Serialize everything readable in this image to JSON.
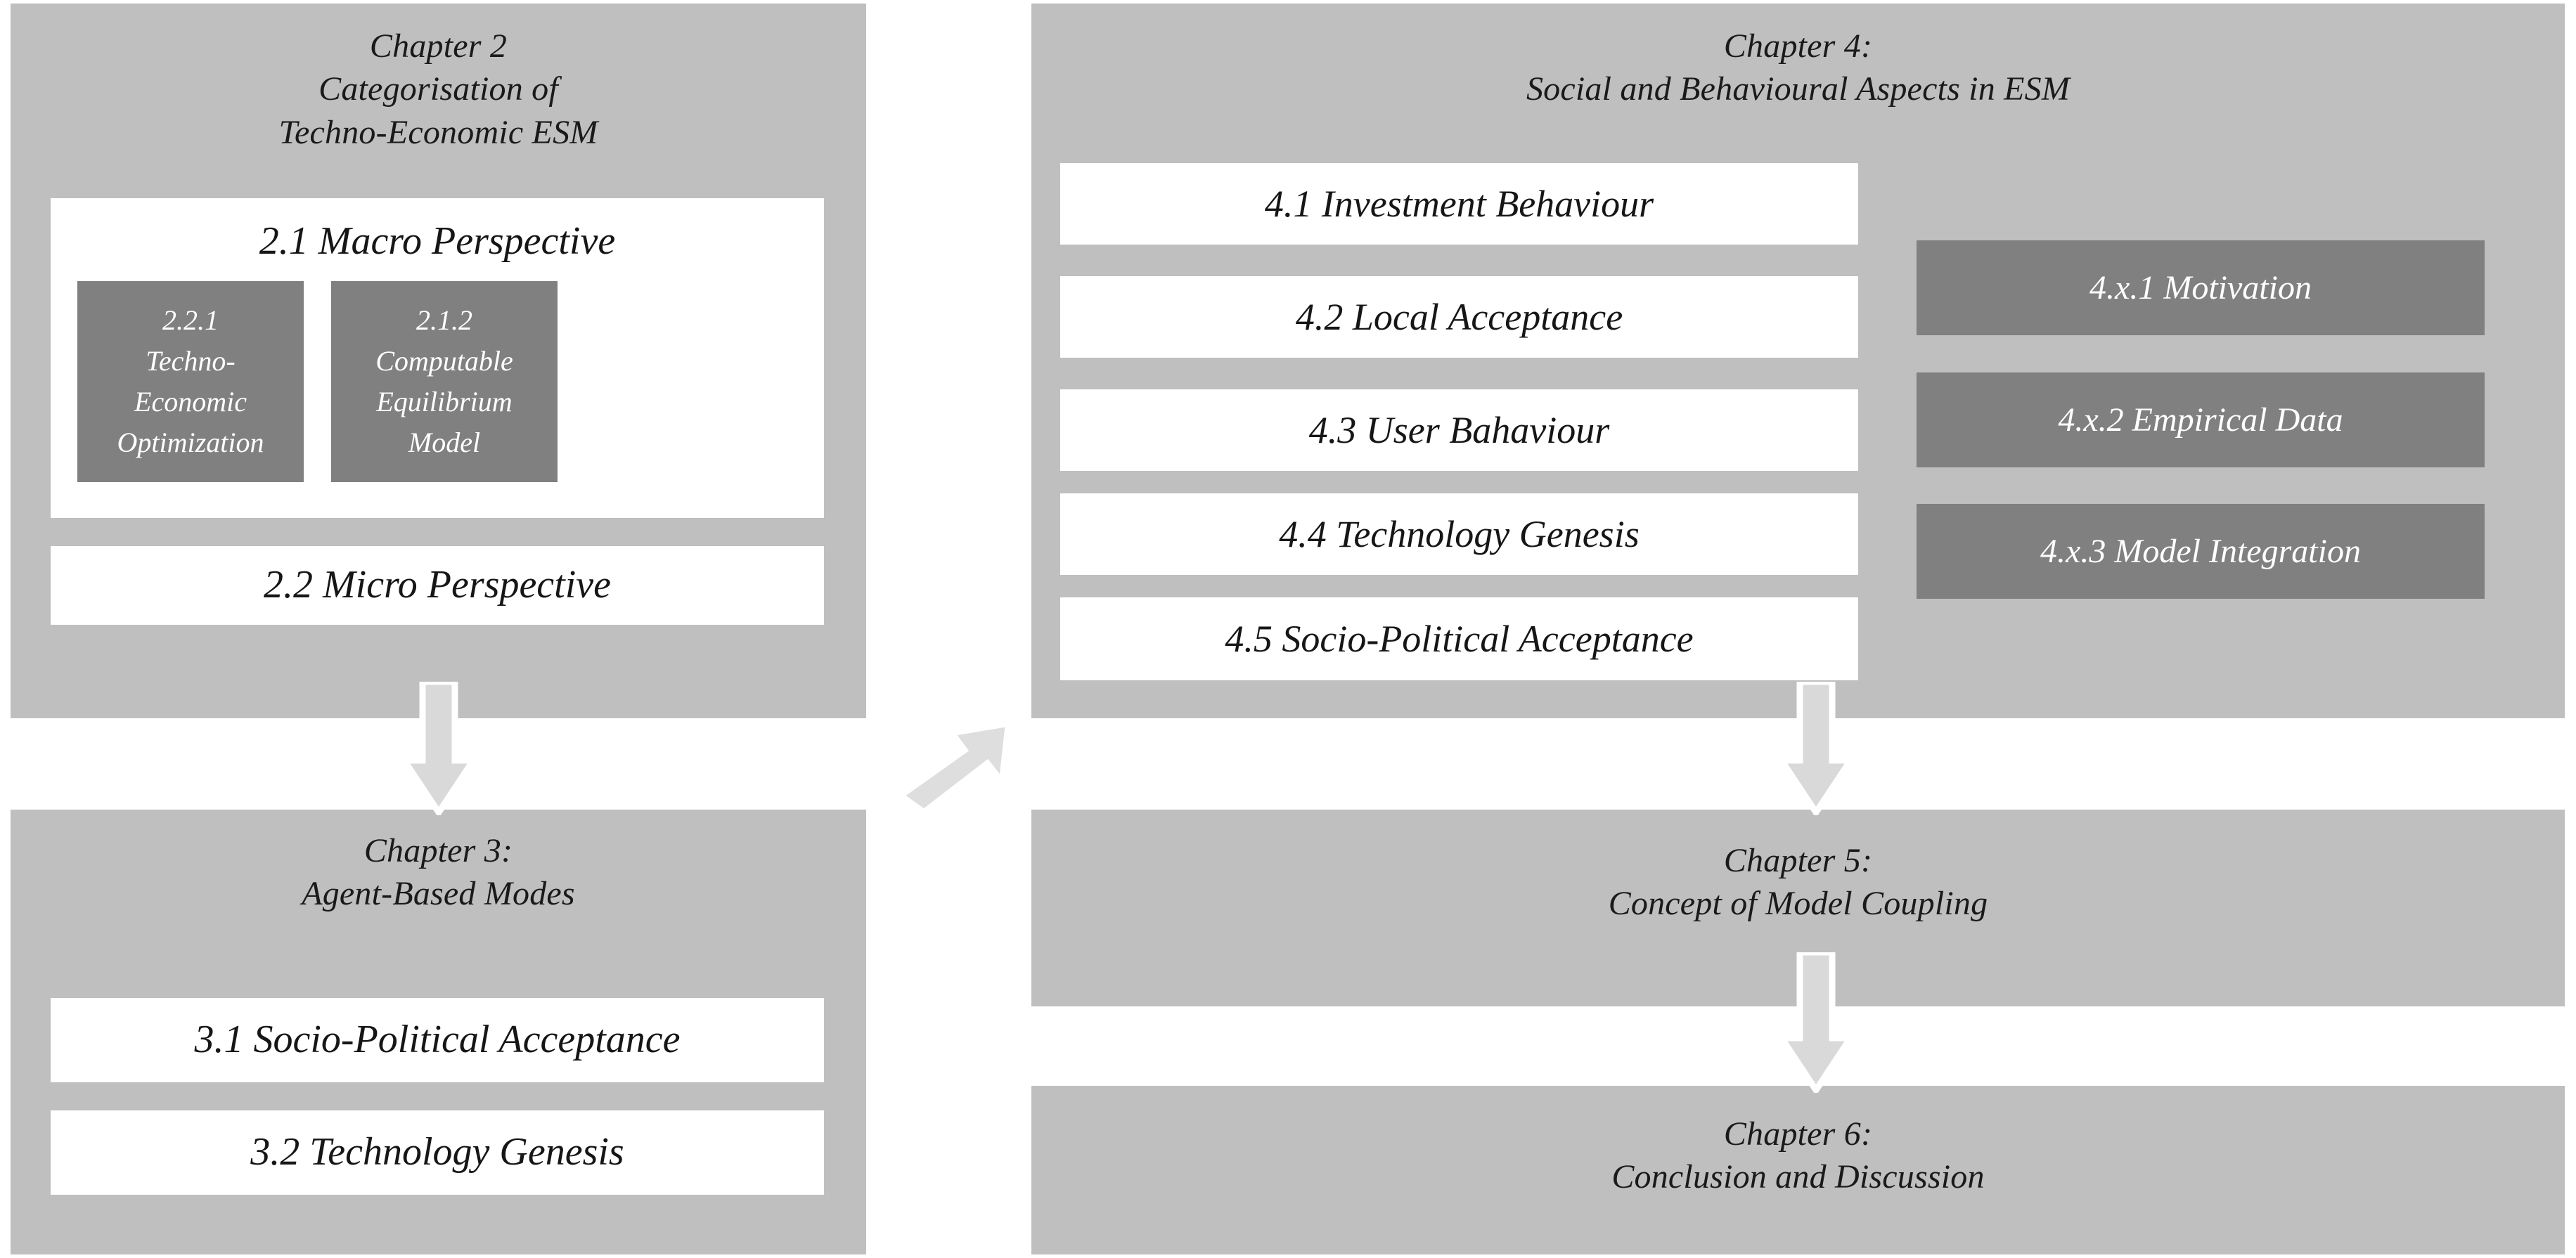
{
  "diagram": {
    "title": "Thesis structure overview",
    "colors": {
      "panel_gray": "#bfbfbf",
      "box_white": "#ffffff",
      "box_dark_gray": "#808080",
      "arrow_fill": "#d9d9d9",
      "arrow_outline": "#ffffff",
      "text_dark": "#161616",
      "text_light": "#ffffff",
      "page_background": "#ffffff"
    }
  },
  "chapter2": {
    "heading": "Chapter  2\nCategorisation of\nTechno-Economic ESM",
    "macro": {
      "label": "2.1 Macro Perspective",
      "sub_boxes": [
        {
          "label": "2.2.1\nTechno-\nEconomic\nOptimization"
        },
        {
          "label": "2.1.2\nComputable\nEquilibrium\nModel"
        }
      ]
    },
    "micro": {
      "label": "2.2 Micro Perspective"
    }
  },
  "chapter3": {
    "heading": "Chapter 3:\nAgent-Based Modes",
    "items": [
      {
        "label": "3.1 Socio-Political Acceptance"
      },
      {
        "label": "3.2 Technology Genesis"
      }
    ]
  },
  "chapter4": {
    "heading": "Chapter 4:\nSocial and Behavioural Aspects in ESM",
    "items": [
      {
        "label": "4.1 Investment Behaviour"
      },
      {
        "label": "4.2 Local  Acceptance"
      },
      {
        "label": "4.3 User Bahaviour"
      },
      {
        "label": "4.4 Technology Genesis"
      },
      {
        "label": "4.5 Socio-Political Acceptance"
      }
    ],
    "side_items": [
      {
        "label": "4.x.1 Motivation"
      },
      {
        "label": "4.x.2 Empirical Data"
      },
      {
        "label": "4.x.3 Model Integration"
      }
    ]
  },
  "chapter5": {
    "heading": "Chapter 5:\nConcept of Model Coupling"
  },
  "chapter6": {
    "heading": "Chapter 6:\nConclusion and Discussion"
  },
  "arrows": [
    {
      "name": "arrow-ch2-to-ch3",
      "direction": "down"
    },
    {
      "name": "arrow-ch3-to-ch4",
      "direction": "up-right"
    },
    {
      "name": "arrow-ch4-to-ch5",
      "direction": "down"
    },
    {
      "name": "arrow-ch5-to-ch6",
      "direction": "down"
    }
  ]
}
